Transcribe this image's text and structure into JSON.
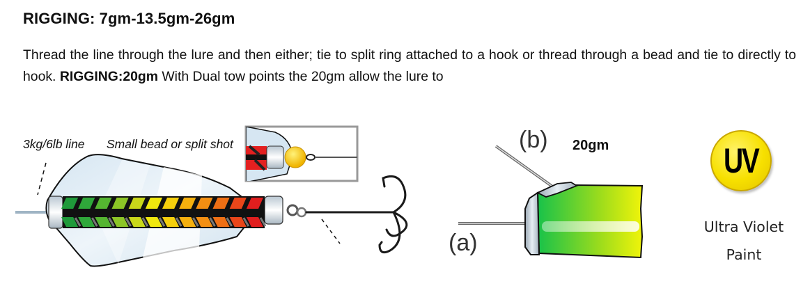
{
  "heading": "RIGGING: 7gm-13.5gm-26gm",
  "paragraph": {
    "part1": "Thread the line through the lure and then either; tie to split ring attached to a hook or thread through a bead and tie to directly to hook. ",
    "bold": "RIGGING:20gm",
    "part2": " With Dual tow points the 20gm allow the lure to"
  },
  "figure_left": {
    "label_line": "3kg/6lb line",
    "label_bead": "Small bead or split shot",
    "band_colors": [
      "#1f9a3a",
      "#2fa83a",
      "#55b531",
      "#8cc526",
      "#c9d81a",
      "#f0e80e",
      "#f5cf0c",
      "#f5b00e",
      "#f38f12",
      "#ef6f14",
      "#e9461a",
      "#e01e1e"
    ],
    "bead_color": "#f6c61a"
  },
  "figure_mid": {
    "label_b": "(b)",
    "label_a": "(a)",
    "weight_label": "20gm",
    "gradient": [
      "#18c24a",
      "#9ddc1c",
      "#f0f40a"
    ]
  },
  "uv": {
    "badge_text": "UV",
    "caption_line1": "Ultra Violet",
    "caption_line2": "Paint",
    "badge_color": "#f7e000"
  }
}
